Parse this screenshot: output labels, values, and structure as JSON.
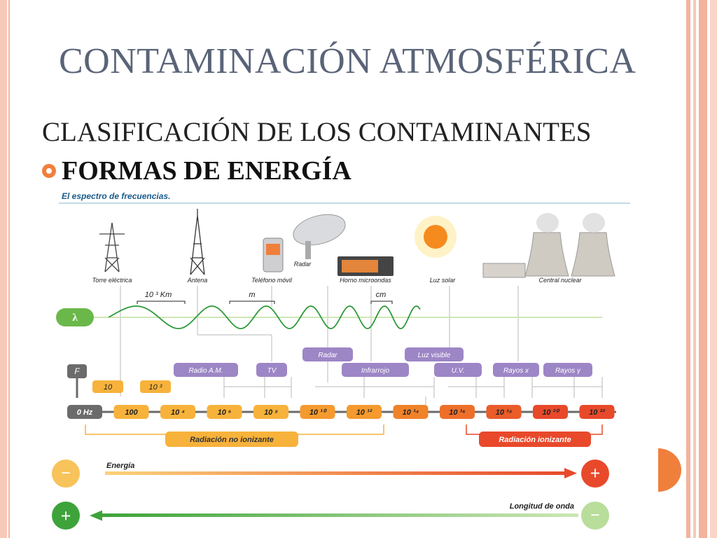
{
  "slide": {
    "title": "CONTAMINACIÓN ATMOSFÉRICA",
    "subtitle": "CLASIFICACIÓN DE LOS CONTAMINANTES",
    "bullet": "FORMAS DE ENERGÍA"
  },
  "figure": {
    "caption": "El espectro de frecuencias.",
    "sources": [
      "Torre eléctrica",
      "Antena",
      "Teléfono móvil",
      "Radar",
      "Horno microondas",
      "Luz solar",
      "Central nuclear"
    ],
    "wavelength_symbol": "λ",
    "wave_scales": [
      "10 ³ Km",
      "m",
      "cm"
    ],
    "frequency_symbol": "F",
    "bands": [
      "Radio A.M.",
      "TV",
      "Radar",
      "Infrarrojo",
      "Luz visible",
      "U.V.",
      "Rayos x",
      "Rayos γ"
    ],
    "low_freq_labels": [
      "10",
      "10 ³"
    ],
    "frequencies": [
      "0 Hz",
      "100",
      "10 ⁴",
      "10 ⁶",
      "10 ⁸",
      "10 ¹⁰",
      "10 ¹²",
      "10 ¹⁴",
      "10 ¹⁶",
      "10 ¹⁸",
      "10 ²⁰",
      "10 ²²"
    ],
    "non_ionizing": "Radiación no ionizante",
    "ionizing": "Radiación ionizante",
    "energy_label": "Energía",
    "wavelength_label": "Longitud de onda",
    "minus": "−",
    "plus": "+",
    "colors": {
      "accent": "#f07f3c",
      "band_purple": "#9d86c6",
      "freq_light": "#f7b23b",
      "freq_dark": "#e8492b",
      "wave_green": "#2e9a3a",
      "lambda_green": "#6bb84a"
    }
  }
}
